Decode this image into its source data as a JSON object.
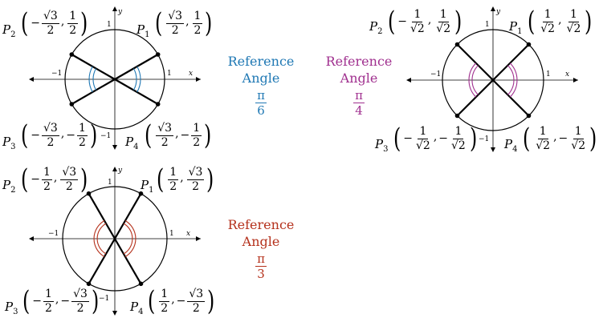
{
  "diagrams": [
    {
      "id": "pi6",
      "accent": "#1f78b4",
      "reference": {
        "line1": "Reference",
        "line2": "Angle",
        "num": "π",
        "den": "6"
      },
      "axis": {
        "y": "y",
        "x": "x",
        "one_top": "1",
        "one_right": "1",
        "neg_one_left": "−1",
        "neg_one_bottom": "−1"
      },
      "points": [
        {
          "name": "P",
          "sub": "1",
          "x": {
            "sign": "",
            "num": "√3",
            "den": "2"
          },
          "y": {
            "sign": "",
            "num": "1",
            "den": "2"
          }
        },
        {
          "name": "P",
          "sub": "2",
          "x": {
            "sign": "−",
            "num": "√3",
            "den": "2"
          },
          "y": {
            "sign": "",
            "num": "1",
            "den": "2"
          }
        },
        {
          "name": "P",
          "sub": "3",
          "x": {
            "sign": "−",
            "num": "√3",
            "den": "2"
          },
          "y": {
            "sign": "−",
            "num": "1",
            "den": "2"
          }
        },
        {
          "name": "P",
          "sub": "4",
          "x": {
            "sign": "",
            "num": "√3",
            "den": "2"
          },
          "y": {
            "sign": "−",
            "num": "1",
            "den": "2"
          }
        }
      ]
    },
    {
      "id": "pi4",
      "accent": "#a0308f",
      "reference": {
        "line1": "Reference",
        "line2": "Angle",
        "num": "π",
        "den": "4"
      },
      "axis": {
        "y": "y",
        "x": "x",
        "one_top": "1",
        "one_right": "1",
        "neg_one_left": "−1",
        "neg_one_bottom": "−1"
      },
      "points": [
        {
          "name": "P",
          "sub": "1",
          "x": {
            "sign": "",
            "num": "1",
            "den": "√2"
          },
          "y": {
            "sign": "",
            "num": "1",
            "den": "√2"
          }
        },
        {
          "name": "P",
          "sub": "2",
          "x": {
            "sign": "−",
            "num": "1",
            "den": "√2"
          },
          "y": {
            "sign": "",
            "num": "1",
            "den": "√2"
          }
        },
        {
          "name": "P",
          "sub": "3",
          "x": {
            "sign": "−",
            "num": "1",
            "den": "√2"
          },
          "y": {
            "sign": "−",
            "num": "1",
            "den": "√2"
          }
        },
        {
          "name": "P",
          "sub": "4",
          "x": {
            "sign": "",
            "num": "1",
            "den": "√2"
          },
          "y": {
            "sign": "−",
            "num": "1",
            "den": "√2"
          }
        }
      ]
    },
    {
      "id": "pi3",
      "accent": "#b5321d",
      "reference": {
        "line1": "Reference",
        "line2": "Angle",
        "num": "π",
        "den": "3"
      },
      "axis": {
        "y": "y",
        "x": "x",
        "one_top": "1",
        "one_right": "1",
        "neg_one_left": "−1",
        "neg_one_bottom": "−1"
      },
      "points": [
        {
          "name": "P",
          "sub": "1",
          "x": {
            "sign": "",
            "num": "1",
            "den": "2"
          },
          "y": {
            "sign": "",
            "num": "√3",
            "den": "2"
          }
        },
        {
          "name": "P",
          "sub": "2",
          "x": {
            "sign": "−",
            "num": "1",
            "den": "2"
          },
          "y": {
            "sign": "",
            "num": "√3",
            "den": "2"
          }
        },
        {
          "name": "P",
          "sub": "3",
          "x": {
            "sign": "−",
            "num": "1",
            "den": "2"
          },
          "y": {
            "sign": "−",
            "num": "√3",
            "den": "2"
          }
        },
        {
          "name": "P",
          "sub": "4",
          "x": {
            "sign": "",
            "num": "1",
            "den": "2"
          },
          "y": {
            "sign": "−",
            "num": "√3",
            "den": "2"
          }
        }
      ]
    }
  ]
}
